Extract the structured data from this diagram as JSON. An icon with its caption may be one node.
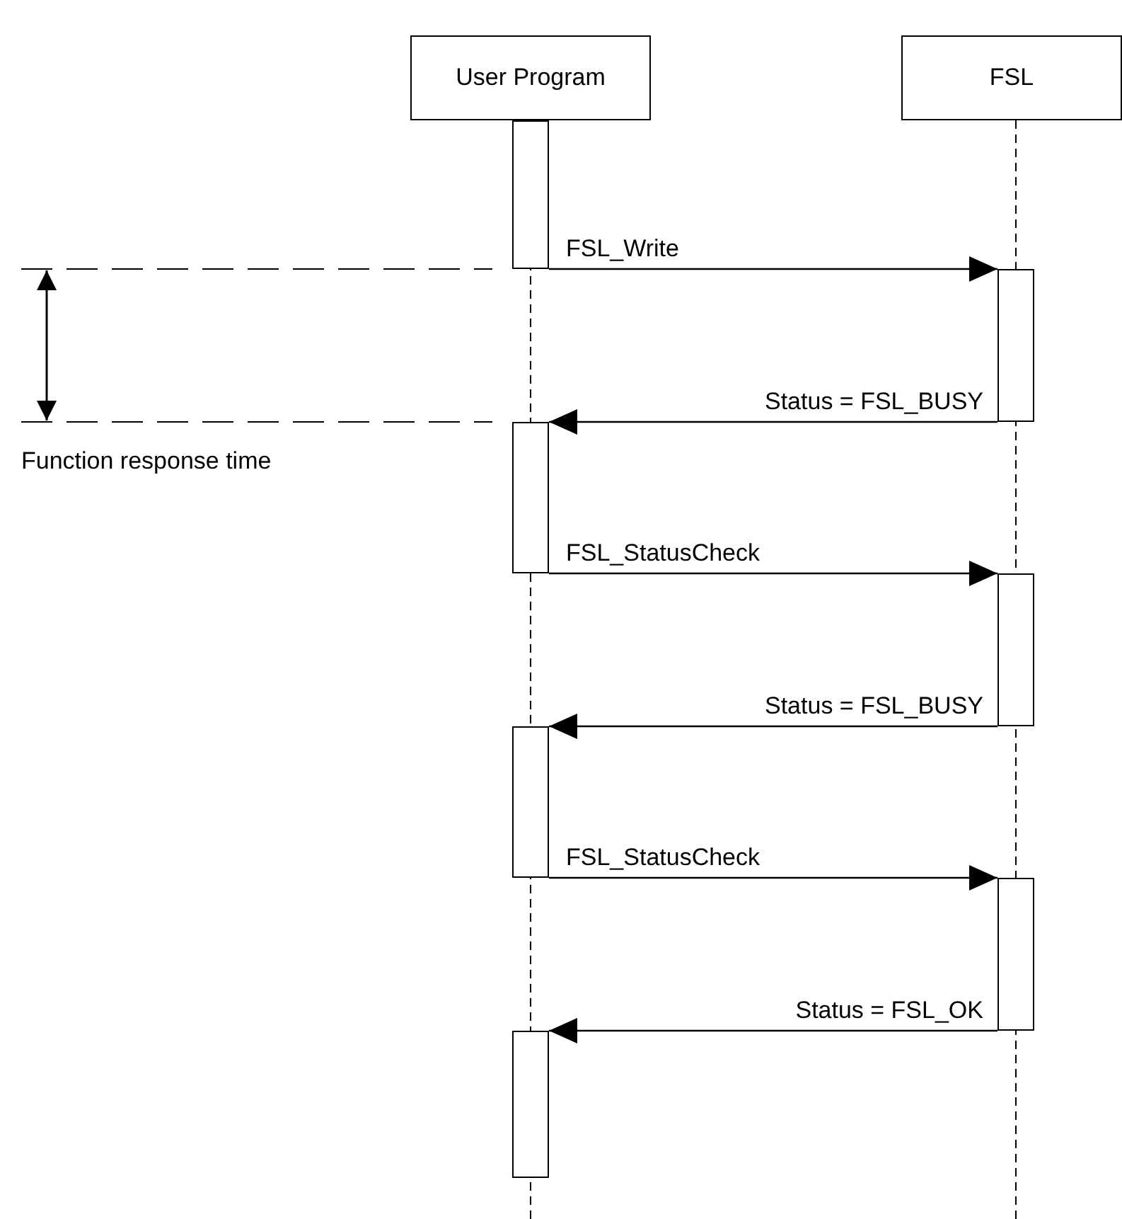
{
  "diagram": {
    "nodes": [
      {
        "text": [
          "User Program"
        ]
      },
      {
        "text": [
          "FSL"
        ]
      },
      {
        "text": [],
        "shape": "bar"
      },
      {
        "text": [],
        "shape": "bar"
      },
      {
        "text": [],
        "shape": "bar"
      },
      {
        "text": [],
        "shape": "bar"
      },
      {
        "text": [],
        "shape": "bar"
      },
      {
        "text": [],
        "shape": "bar"
      },
      {
        "text": [],
        "shape": "bar"
      }
    ],
    "edges": [
      {
        "from": 2,
        "to": 3,
        "arrow": "to",
        "label": "FSL_Write"
      },
      {
        "from": 3,
        "to": 4,
        "arrow": "to",
        "label": "Status = FSL_BUSY"
      },
      {
        "from": 4,
        "to": 5,
        "arrow": "to",
        "label": "FSL_StatusCheck"
      },
      {
        "from": 5,
        "to": 6,
        "arrow": "to",
        "label": "Status = FSL_BUSY"
      },
      {
        "from": 6,
        "to": 7,
        "arrow": "to",
        "label": "FSL_StatusCheck"
      },
      {
        "from": 7,
        "to": 8,
        "arrow": "to",
        "label": "Status = FSL_OK"
      }
    ],
    "labels": [
      "Function response time"
    ]
  }
}
